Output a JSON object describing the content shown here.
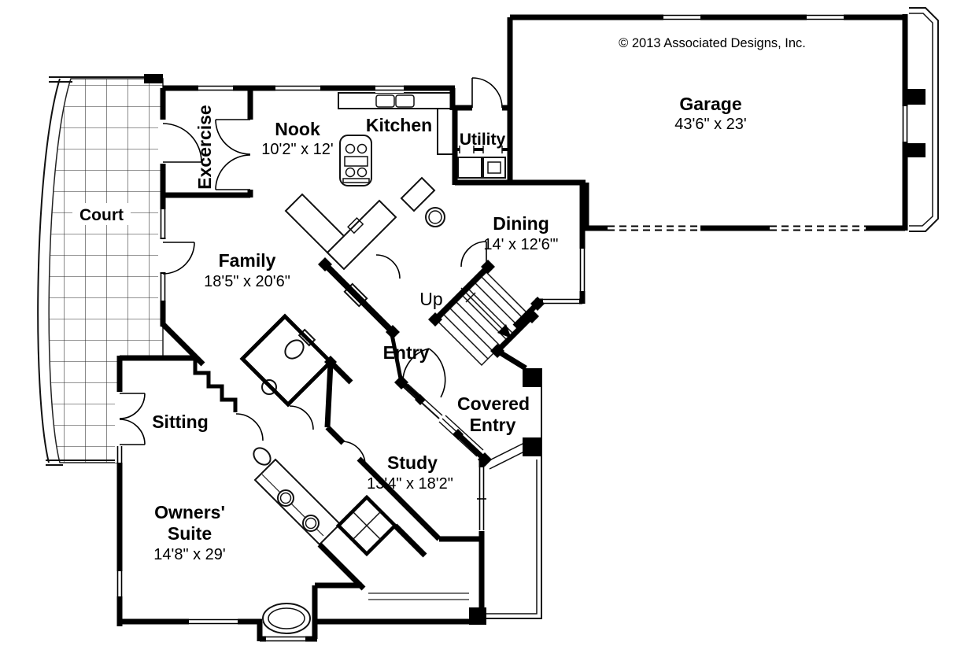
{
  "meta": {
    "copyright": "© 2013 Associated Designs, Inc."
  },
  "colors": {
    "wall": "#000000",
    "background": "#ffffff",
    "line": "#111111"
  },
  "rooms": {
    "court": {
      "label": "Court"
    },
    "excercise": {
      "label": "Excercise"
    },
    "nook": {
      "label": "Nook",
      "dims": "10'2\" x 12'"
    },
    "kitchen": {
      "label": "Kitchen"
    },
    "utility": {
      "label": "Utility"
    },
    "garage": {
      "label": "Garage",
      "dims": "43'6\" x 23'"
    },
    "dining": {
      "label": "Dining",
      "dims": "14' x 12'6\"'"
    },
    "family": {
      "label": "Family",
      "dims": "18'5\" x 20'6\""
    },
    "entry": {
      "label": "Entry"
    },
    "covered_entry": {
      "line1": "Covered",
      "line2": "Entry"
    },
    "sitting": {
      "label": "Sitting"
    },
    "study": {
      "label": "Study",
      "dims": "13'4\" x 18'2\""
    },
    "owners_suite": {
      "line1": "Owners'",
      "line2": "Suite",
      "dims": "14'8\" x 29'"
    },
    "stairs": {
      "label": "Up"
    }
  }
}
